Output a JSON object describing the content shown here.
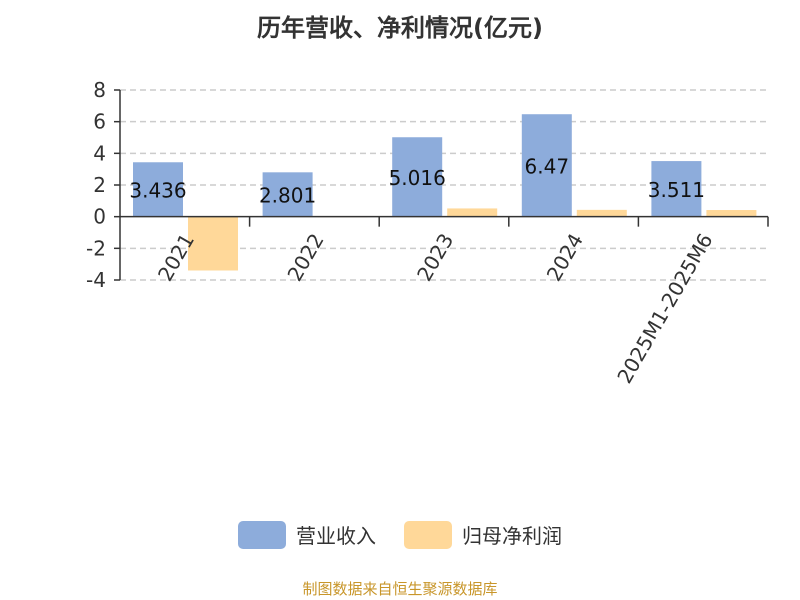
{
  "chart_data": {
    "type": "bar",
    "title": "历年营收、净利情况(亿元)",
    "categories": [
      "2021",
      "2022",
      "2023",
      "2024",
      "2025M1-2025M6"
    ],
    "series": [
      {
        "name": "营业收入",
        "color": "#8dacdb",
        "values": [
          3.436,
          2.801,
          5.016,
          6.47,
          3.511
        ],
        "labels": [
          "3.436",
          "2.801",
          "5.016",
          "6.47",
          "3.511"
        ]
      },
      {
        "name": "归母净利润",
        "color": "#ffd899",
        "values": [
          -3.4,
          0.03,
          0.52,
          0.43,
          0.42
        ]
      }
    ],
    "ylim": [
      -4,
      8
    ],
    "yticks": [
      8,
      6,
      4,
      2,
      0,
      -2,
      -4
    ],
    "grid": true,
    "legend": "bottom"
  },
  "source": "制图数据来自恒生聚源数据库"
}
